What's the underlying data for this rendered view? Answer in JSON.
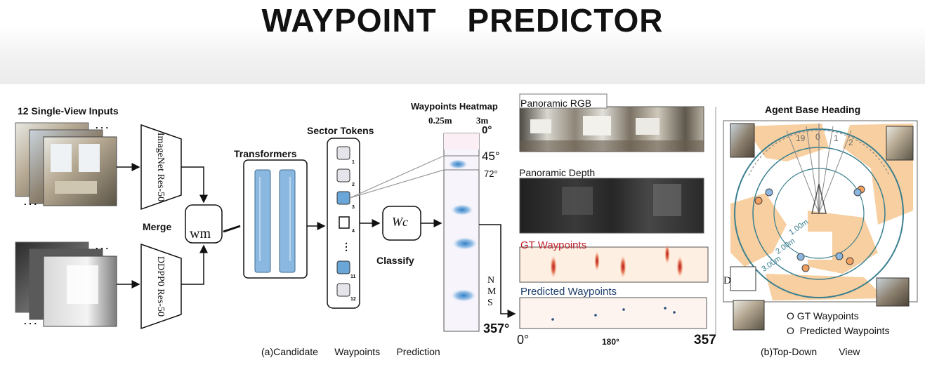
{
  "title": "WAYPOINT    PREDICTOR",
  "inputs_label": "12 Single-View Inputs",
  "encoder_rgb": "ImageNet Res-50",
  "encoder_depth": "DDPP0 Res-50",
  "merge_label": "Merge",
  "merge_box": "wm",
  "transformers_label": "Transformers",
  "sector_tokens_label": "Sector Tokens",
  "token_indices": [
    "1",
    "2",
    "3",
    "4",
    "11",
    "12"
  ],
  "classifier": "Wc",
  "classify_label": "Classify",
  "heatmap": {
    "title": "Waypoints Heatmap",
    "dist_near": "0.25m",
    "dist_far": "3m",
    "ang_0": "0°",
    "ang_45": "45°",
    "ang_72": "72°",
    "ang_357": "357°"
  },
  "nms_label": "N M S",
  "panoramic_rgb": "Panoramic RGB",
  "panoramic_depth": "Panoramic Depth",
  "gt_waypoints": "GT Waypoints",
  "predicted_waypoints": "Predicted Waypoints",
  "x_axis": {
    "start": "0°",
    "mid": "180°",
    "end": "357"
  },
  "caption_a": "(a)Candidate      Waypoints      Prediction",
  "caption_b": "(b)Top-Down        View",
  "topdown": {
    "title": "Agent Base Heading",
    "ticks": [
      "19",
      "0",
      "1",
      "2"
    ],
    "rings": [
      "1.00m",
      "2.00m",
      "3.00m"
    ],
    "legend_gt": "O GT Waypoints",
    "legend_pred": "O  Predicted Waypoints",
    "d_label": "D"
  },
  "colors": {
    "token_blue": "#6aa6d8",
    "transformer_blue": "#8ab8e0",
    "heat_blue": "#2f7fc4",
    "gt_red": "#c0202a",
    "floor_orange": "#f7cfa0",
    "ring_teal": "#3a7f8f"
  }
}
